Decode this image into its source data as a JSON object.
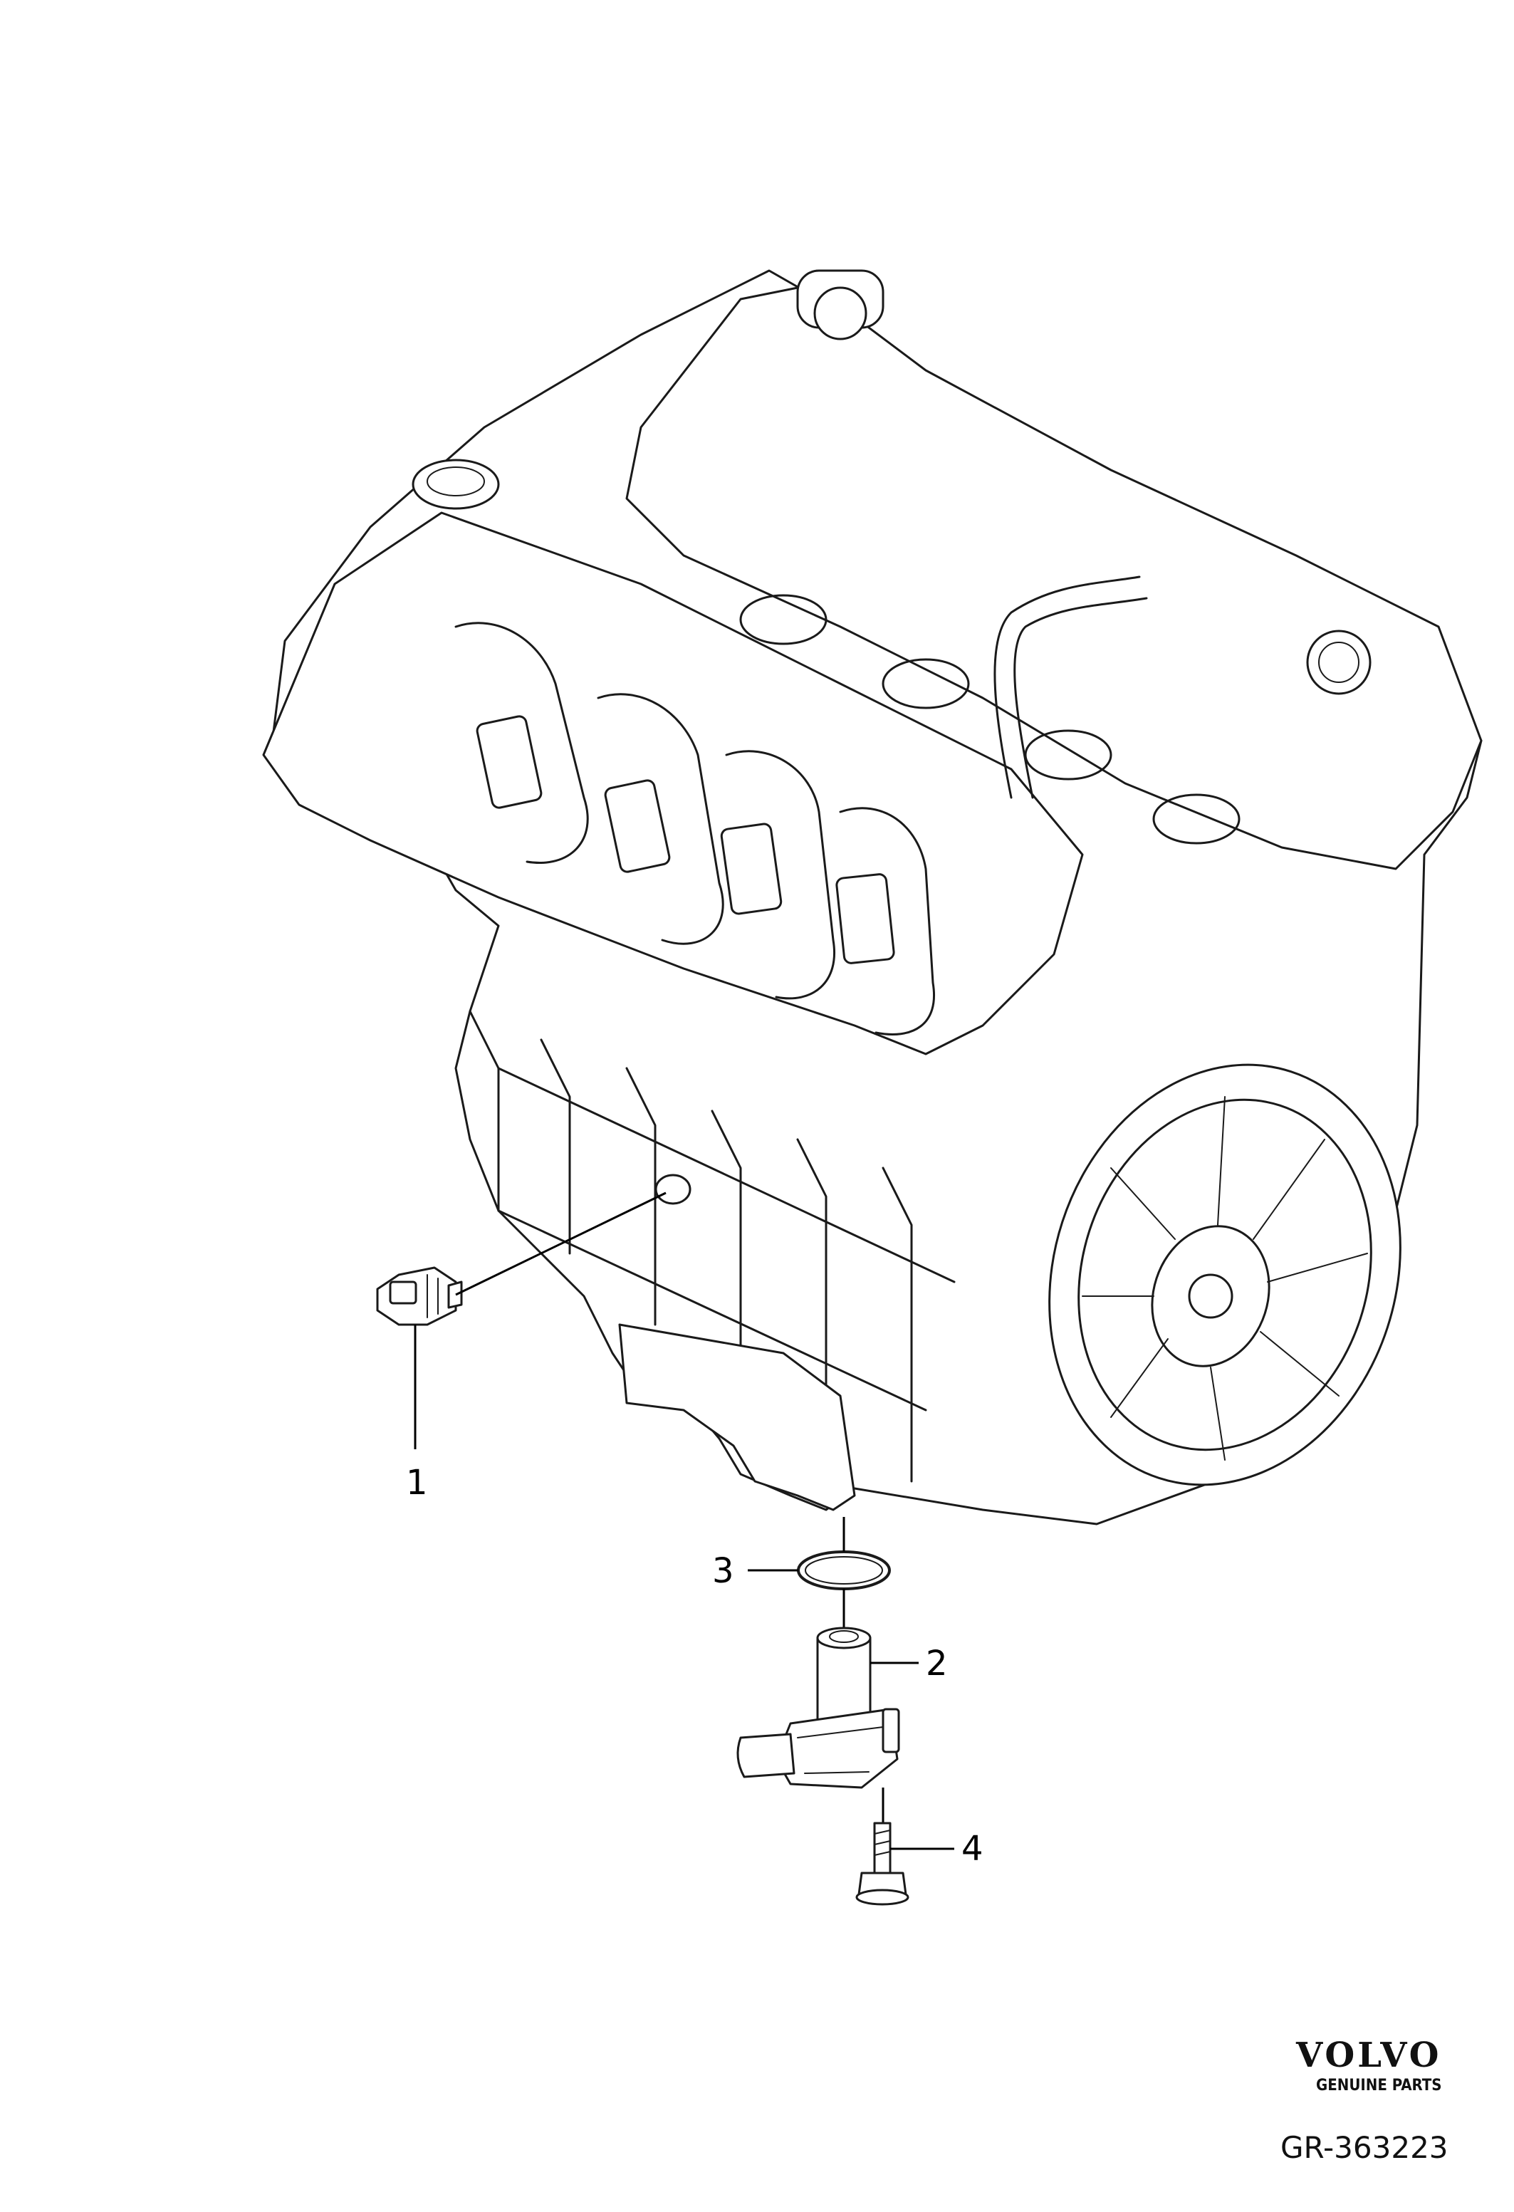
{
  "diagram": {
    "callouts": [
      {
        "id": "1",
        "label": "1"
      },
      {
        "id": "2",
        "label": "2"
      },
      {
        "id": "3",
        "label": "3"
      },
      {
        "id": "4",
        "label": "4"
      }
    ],
    "brand": {
      "logo_text": "VOLVO",
      "subtitle": "GENUINE PARTS"
    },
    "reference": "GR-363223"
  }
}
